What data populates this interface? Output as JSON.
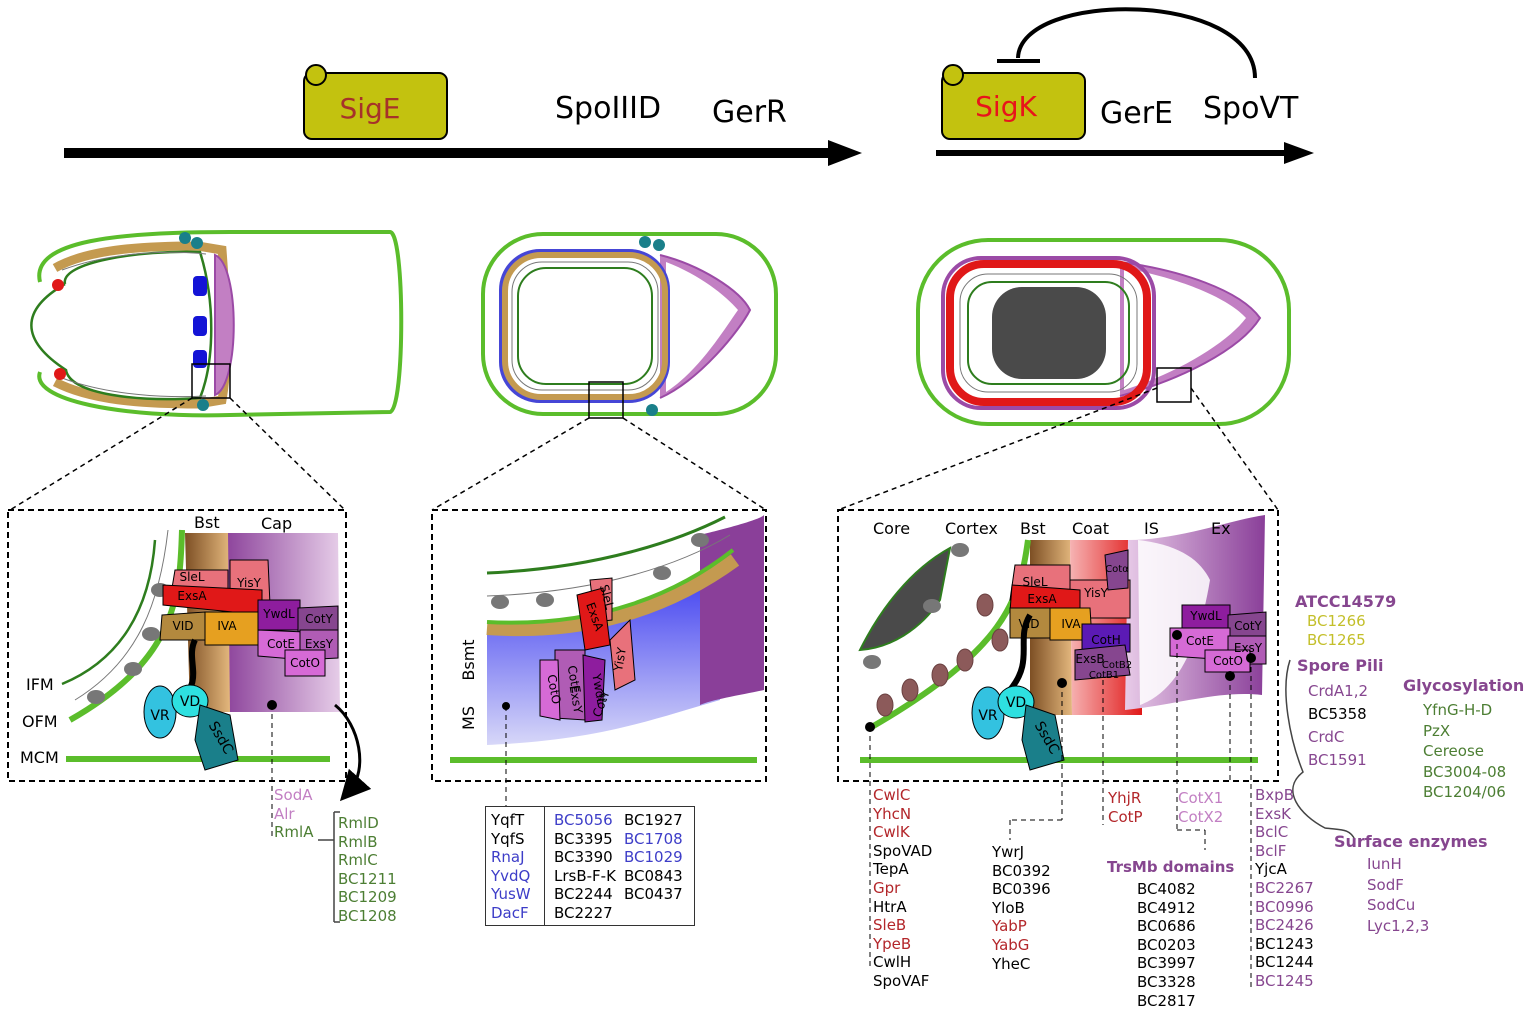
{
  "timeline": {
    "left": {
      "sigma": "SigE",
      "sigma_color": "#a6322a",
      "genes": [
        "SpoIIID",
        "GerR"
      ]
    },
    "right": {
      "sigma": "SigK",
      "sigma_color": "#e8141b",
      "genes": [
        "GerE",
        "SpoVT"
      ]
    }
  },
  "layer_labels": {
    "panel1": [
      "Bst",
      "Cap",
      "IFM",
      "OFM",
      "MCM"
    ],
    "panel2": [
      "Bsmt",
      "MS"
    ],
    "panel3": [
      "Core",
      "Cortex",
      "Bst",
      "Coat",
      "IS",
      "Ex"
    ]
  },
  "proteins": {
    "panel1": [
      "SleL",
      "YisY",
      "ExsA",
      "VID",
      "IVA",
      "YwdL",
      "CotY",
      "CotE",
      "ExsY",
      "CotO",
      "VR",
      "VD",
      "SsdC"
    ],
    "panel2": [
      "SleL",
      "ExsA",
      "YisY",
      "CotE",
      "YwdL",
      "CotY",
      "ExsY",
      "CotO"
    ],
    "panel3": [
      "SleL",
      "YisY",
      "ExsA",
      "VID",
      "IVA",
      "CotH",
      "ExsB",
      "CotB1",
      "CotB2",
      "YwdL",
      "CotY",
      "CotE",
      "ExsY",
      "CotO",
      "Cotα",
      "VR",
      "VD",
      "SsdC"
    ]
  },
  "gene_lists": {
    "cap_genes": [
      {
        "name": "SodA",
        "color": "#c27fc3"
      },
      {
        "name": "Alr",
        "color": "#c27fc3"
      },
      {
        "name": "RmlA",
        "color": "#4c7e33"
      }
    ],
    "rml_genes": [
      {
        "name": "RmlD",
        "color": "#4c7e33"
      },
      {
        "name": "RmlB",
        "color": "#4c7e33"
      },
      {
        "name": "RmlC",
        "color": "#4c7e33"
      },
      {
        "name": "BC1211",
        "color": "#4c7e33"
      },
      {
        "name": "BC1209",
        "color": "#4c7e33"
      },
      {
        "name": "BC1208",
        "color": "#4c7e33"
      }
    ],
    "box_col1": [
      {
        "name": "YqfT",
        "color": "#000000"
      },
      {
        "name": "YqfS",
        "color": "#000000"
      },
      {
        "name": "RnaJ",
        "color": "#3d3dc8"
      },
      {
        "name": "YvdQ",
        "color": "#3d3dc8"
      },
      {
        "name": "YusW",
        "color": "#3d3dc8"
      },
      {
        "name": "DacF",
        "color": "#3d3dc8"
      }
    ],
    "box_col2": [
      {
        "name": "BC5056",
        "color": "#3d3dc8"
      },
      {
        "name": "BC3395",
        "color": "#000000"
      },
      {
        "name": "BC3390",
        "color": "#000000"
      },
      {
        "name": "LrsB-F-K",
        "color": "#000000"
      },
      {
        "name": "BC2244",
        "color": "#000000"
      },
      {
        "name": "BC2227",
        "color": "#000000"
      }
    ],
    "box_col3": [
      {
        "name": "BC1927",
        "color": "#000000"
      },
      {
        "name": "BC1708",
        "color": "#3d3dc8"
      },
      {
        "name": "BC1029",
        "color": "#3d3dc8"
      },
      {
        "name": "BC0843",
        "color": "#000000"
      },
      {
        "name": "BC0437",
        "color": "#000000"
      }
    ],
    "core_genes": [
      {
        "name": "CwlC",
        "color": "#b3262a"
      },
      {
        "name": "YhcN",
        "color": "#b3262a"
      },
      {
        "name": "CwlK",
        "color": "#b3262a"
      },
      {
        "name": "SpoVAD",
        "color": "#000000"
      },
      {
        "name": "TepA",
        "color": "#000000"
      },
      {
        "name": "Gpr",
        "color": "#b3262a"
      },
      {
        "name": "HtrA",
        "color": "#000000"
      },
      {
        "name": "SleB",
        "color": "#b3262a"
      },
      {
        "name": "YpeB",
        "color": "#b3262a"
      },
      {
        "name": "CwlH",
        "color": "#000000"
      },
      {
        "name": "SpoVAF",
        "color": "#000000"
      }
    ],
    "bst_genes": [
      {
        "name": "YwrJ",
        "color": "#000000"
      },
      {
        "name": "BC0392",
        "color": "#000000"
      },
      {
        "name": "BC0396",
        "color": "#000000"
      },
      {
        "name": "YloB",
        "color": "#000000"
      },
      {
        "name": "YabP",
        "color": "#b3262a"
      },
      {
        "name": "YabG",
        "color": "#b3262a"
      },
      {
        "name": "YheC",
        "color": "#000000"
      }
    ],
    "coat_genes": [
      {
        "name": "YhjR",
        "color": "#b3262a"
      },
      {
        "name": "CotP",
        "color": "#b3262a"
      }
    ],
    "is_genes": [
      {
        "name": "CotX1",
        "color": "#c27fc3"
      },
      {
        "name": "CotX2",
        "color": "#c27fc3"
      }
    ],
    "trsmb_genes": [
      {
        "name": "BC4082",
        "color": "#000000"
      },
      {
        "name": "BC4912",
        "color": "#000000"
      },
      {
        "name": "BC0686",
        "color": "#000000"
      },
      {
        "name": "BC0203",
        "color": "#000000"
      },
      {
        "name": "BC3997",
        "color": "#000000"
      },
      {
        "name": "BC3328",
        "color": "#000000"
      },
      {
        "name": "BC2817",
        "color": "#000000"
      }
    ],
    "ex_genes": [
      {
        "name": "BxpB",
        "color": "#86468f"
      },
      {
        "name": "ExsK",
        "color": "#86468f"
      },
      {
        "name": "BclC",
        "color": "#86468f"
      },
      {
        "name": "BclF",
        "color": "#86468f"
      },
      {
        "name": "YjcA",
        "color": "#000000"
      },
      {
        "name": "BC2267",
        "color": "#86468f"
      },
      {
        "name": "BC0996",
        "color": "#86468f"
      },
      {
        "name": "BC2426",
        "color": "#86468f"
      },
      {
        "name": "BC1243",
        "color": "#000000"
      },
      {
        "name": "BC1244",
        "color": "#000000"
      },
      {
        "name": "BC1245",
        "color": "#86468f"
      }
    ],
    "atcc_genes": [
      {
        "name": "BC1266",
        "color": "#c3bf2a"
      },
      {
        "name": "BC1265",
        "color": "#c3bf2a"
      }
    ],
    "pili_genes": [
      {
        "name": "CrdA1,2",
        "color": "#86468f"
      },
      {
        "name": "BC5358",
        "color": "#000000"
      },
      {
        "name": "CrdC",
        "color": "#86468f"
      },
      {
        "name": "BC1591",
        "color": "#86468f"
      }
    ],
    "glyco_genes": [
      {
        "name": "YfnG-H-D",
        "color": "#4c7e33"
      },
      {
        "name": "PzX",
        "color": "#4c7e33"
      },
      {
        "name": "Cereose",
        "color": "#4c7e33"
      },
      {
        "name": "BC3004-08",
        "color": "#4c7e33"
      },
      {
        "name": "BC1204/06",
        "color": "#4c7e33"
      }
    ],
    "enzyme_genes": [
      {
        "name": "IunH",
        "color": "#86468f"
      },
      {
        "name": "SodF",
        "color": "#86468f"
      },
      {
        "name": "SodCu",
        "color": "#86468f"
      },
      {
        "name": "Lyc1,2,3",
        "color": "#86468f"
      }
    ]
  },
  "group_headers": {
    "trsmb": "TrsMb domains",
    "atcc": "ATCC14579",
    "pili": "Spore Pili",
    "glyco": "Glycosylation",
    "enzymes": "Surface enzymes"
  },
  "colors": {
    "membrane_green": "#5bbd2b",
    "inner_green": "#2e7d1e",
    "basement": "#c49a50",
    "cap_purple": "#9b4aa6",
    "coat_red": "#e01818",
    "sigma_box": "#c3c20f",
    "morphogenetic_blue": "#4646d6"
  }
}
